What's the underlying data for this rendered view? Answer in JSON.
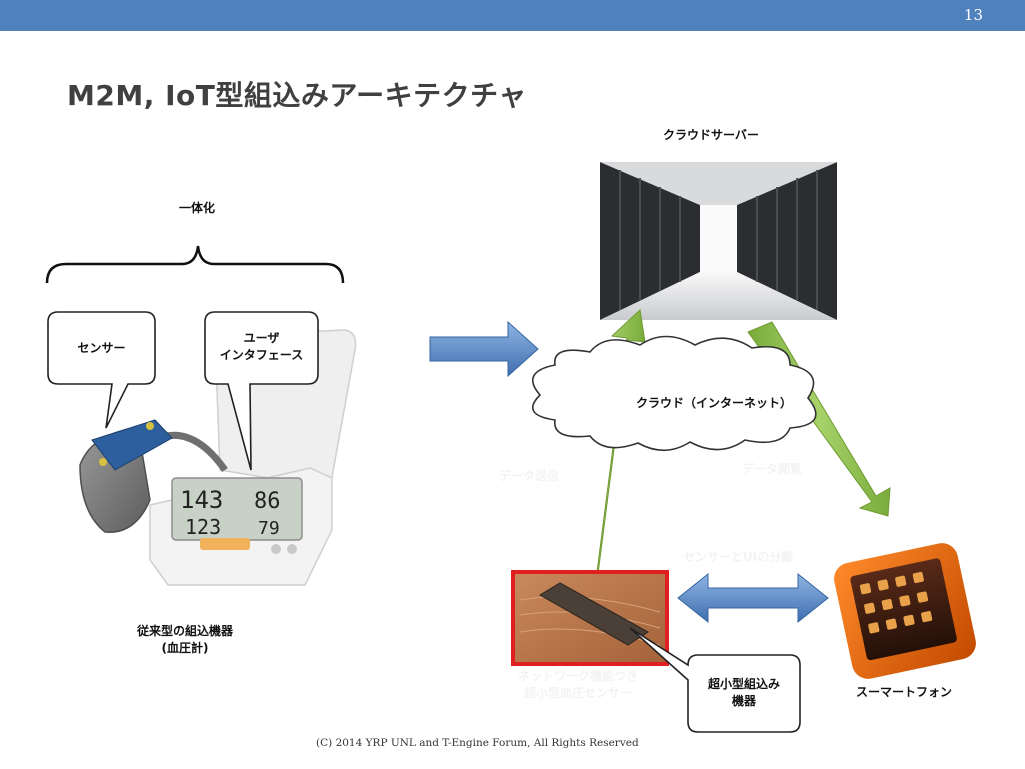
{
  "slide": {
    "page_number": "13",
    "title": "M2M, IoT型組込みアーキテクチャ",
    "footer": "(C) 2014 YRP UNL and T-Engine Forum, All Rights Reserved"
  },
  "left": {
    "integration_label": "一体化",
    "callout_sensor": "センサー",
    "callout_ui_line1": "ユーザ",
    "callout_ui_line2": "インタフェース",
    "device_label_line1": "従来型の組込機器",
    "device_label_line2": "(血圧計)",
    "display_top": "143",
    "display_top_right": "86",
    "display_bottom": "123",
    "display_bottom_right": "79"
  },
  "right": {
    "cloud_server_label": "クラウドサーバー",
    "cloud_label": "クラウド（インターネット）",
    "data_send_label": "データ送信",
    "data_view_label": "データ閲覧",
    "separation_label": "センサーとUIの分離",
    "sensor_caption_line1": "ネットワーク機能つき",
    "sensor_caption_line2": "超小型血圧センサー",
    "callout_small_line1": "超小型組込み",
    "callout_small_line2": "機器",
    "smartphone_label": "スーマートフォン"
  },
  "colors": {
    "topbar": "#4f81bd",
    "arrow_blue": "#4f81bd",
    "arrow_green": "#8cbd48",
    "sensor_frame": "#e02020"
  }
}
